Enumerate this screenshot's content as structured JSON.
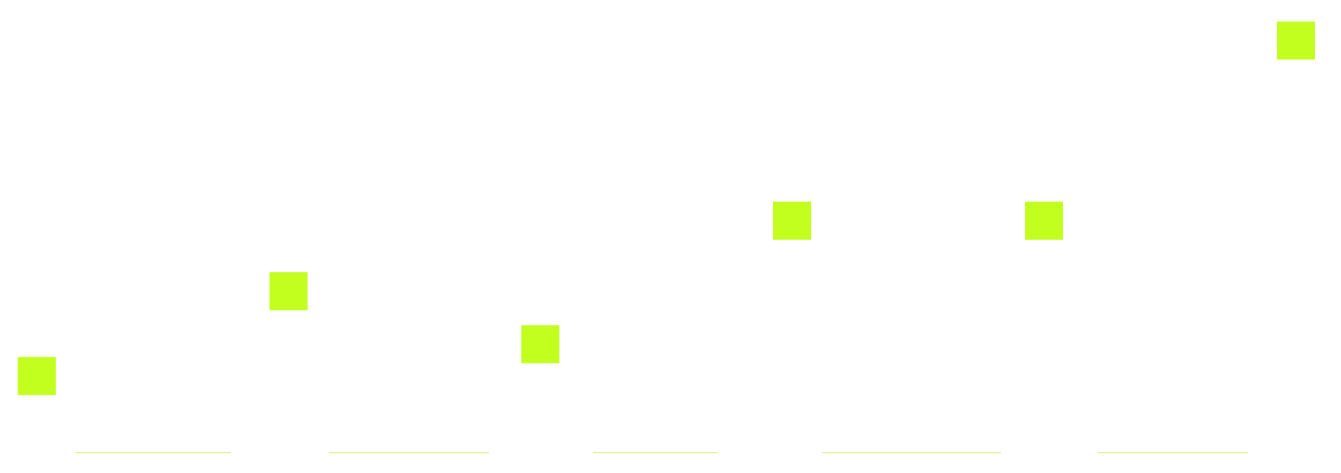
{
  "chart_data": {
    "type": "scatter",
    "marker": "square",
    "x": [
      1,
      2,
      3,
      4,
      5,
      6
    ],
    "series": [
      {
        "values": [
          1.0,
          2.2,
          1.45,
          3.2,
          3.2,
          5.75
        ]
      }
    ],
    "title": "",
    "xlabel": "",
    "ylabel": "",
    "xlim": [
      1,
      6
    ],
    "ylim": [
      0,
      6
    ],
    "grid": false,
    "legend": "none",
    "colors": {
      "marker": "#c3ff1e",
      "baseline": "#d4ee7a",
      "background": "#ffffff"
    }
  }
}
